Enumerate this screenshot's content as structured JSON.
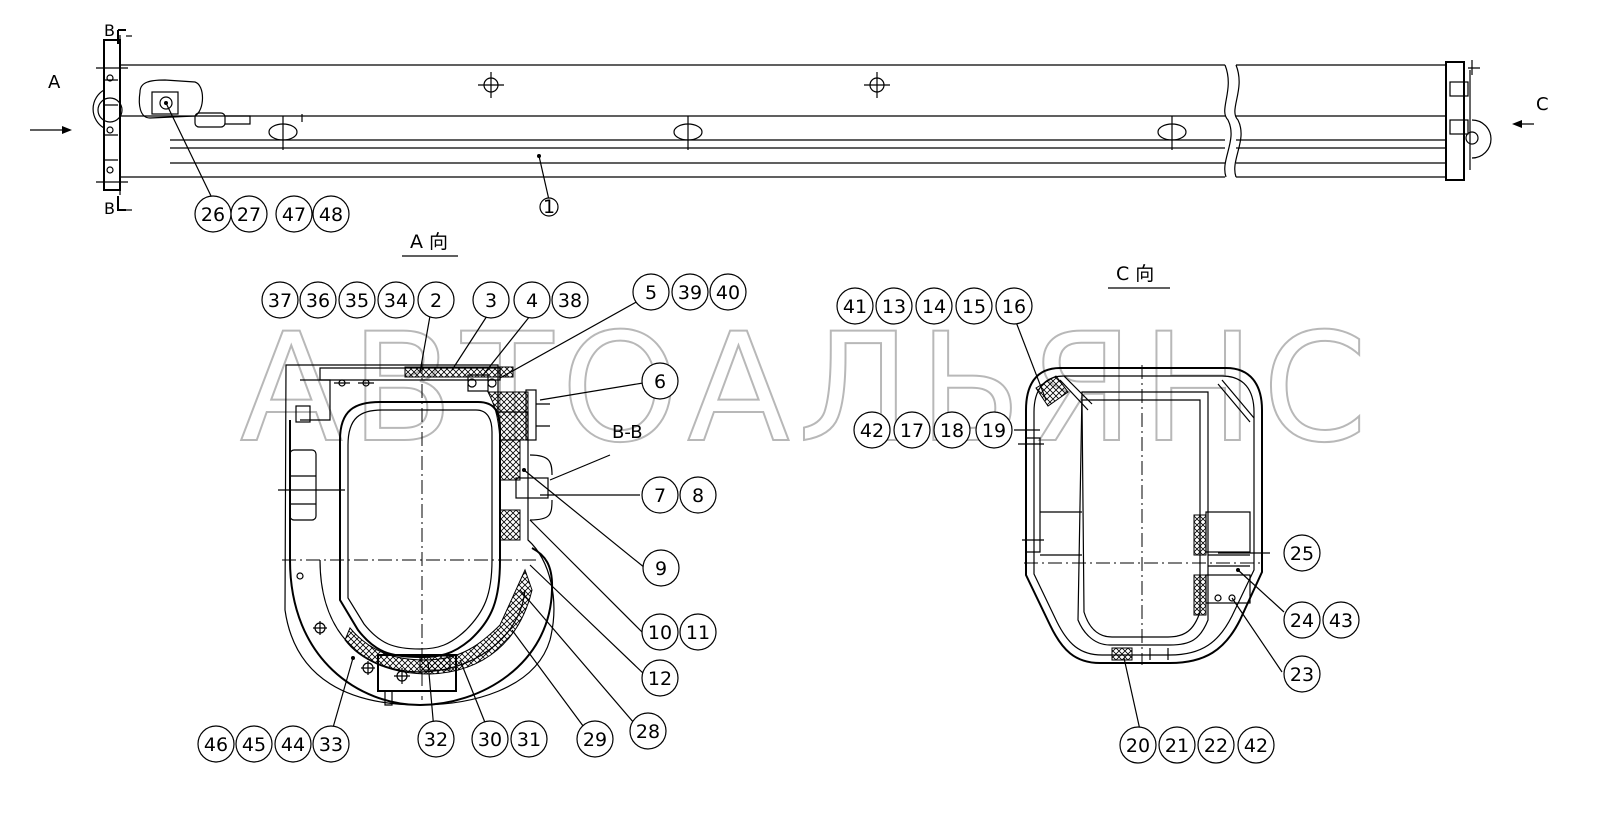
{
  "watermark": "АВТОАЛЬЯНС",
  "views": {
    "top_view_A_label": "A",
    "top_view_C_label": "C",
    "section_B_label": "B",
    "view_A_title": "A 向",
    "view_C_title": "C 向",
    "section_label": "B-B"
  },
  "callouts": {
    "c1": "1",
    "c2": "2",
    "c3": "3",
    "c4": "4",
    "c5": "5",
    "c6": "6",
    "c7": "7",
    "c8": "8",
    "c9": "9",
    "c10": "10",
    "c11": "11",
    "c12": "12",
    "c13": "13",
    "c14": "14",
    "c15": "15",
    "c16": "16",
    "c17": "17",
    "c18": "18",
    "c19": "19",
    "c20": "20",
    "c21": "21",
    "c22": "22",
    "c23": "23",
    "c24": "24",
    "c25": "25",
    "c26": "26",
    "c27": "27",
    "c28": "28",
    "c29": "29",
    "c30": "30",
    "c31": "31",
    "c32": "32",
    "c33": "33",
    "c34": "34",
    "c35": "35",
    "c36": "36",
    "c37": "37",
    "c38": "38",
    "c39": "39",
    "c40": "40",
    "c41": "41",
    "c42": "42",
    "c42b": "42",
    "c43": "43",
    "c44": "44",
    "c45": "45",
    "c46": "46",
    "c47": "47",
    "c48": "48"
  }
}
